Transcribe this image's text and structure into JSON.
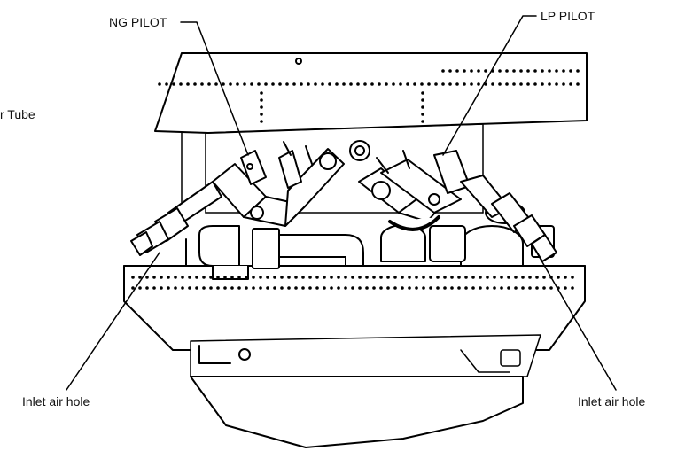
{
  "labels": {
    "ng_pilot": "NG PILOT",
    "lp_pilot": "LP PILOT",
    "tube_partial": "r Tube",
    "inlet_left": "Inlet air hole",
    "inlet_right": "Inlet air hole"
  }
}
